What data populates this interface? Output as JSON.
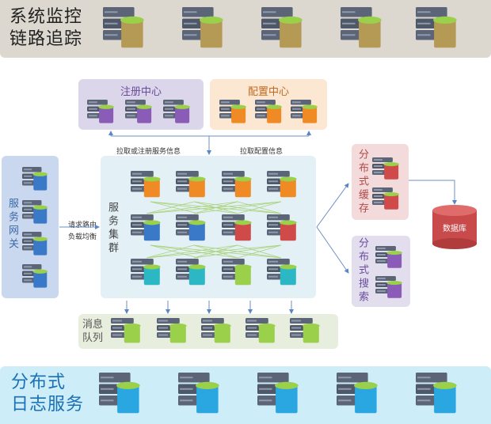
{
  "top_title": [
    "系统监控",
    "链路追踪"
  ],
  "bottom_title": [
    "分布式",
    "日志服务"
  ],
  "registry": {
    "title": "注册中心"
  },
  "config": {
    "title": "配置中心"
  },
  "gateway": {
    "title": "服务网关"
  },
  "cluster": {
    "title": "服务集群"
  },
  "cache": {
    "title": "分布式缓存"
  },
  "search": {
    "title": "分布式搜索"
  },
  "mq": {
    "title": "消息队列"
  },
  "database": {
    "title": "数据库"
  },
  "annotations": {
    "pull_register": "拉取或注册服务信息",
    "pull_config": "拉取配置信息",
    "route_1": "请求路由",
    "route_2": "负载均衡"
  },
  "colors": {
    "top_band": "#dcd8cf",
    "bottom_band": "#cdeef8",
    "registry_panel": "#dcd6ea",
    "config_panel": "#fbe7d2",
    "gateway_panel": "#c9d8ee",
    "cluster_panel": "#e3f0f5",
    "cache_panel": "#f3dbdc",
    "search_panel": "#e2deee",
    "mq_panel": "#e7eedd",
    "database": "#c84a4a"
  }
}
